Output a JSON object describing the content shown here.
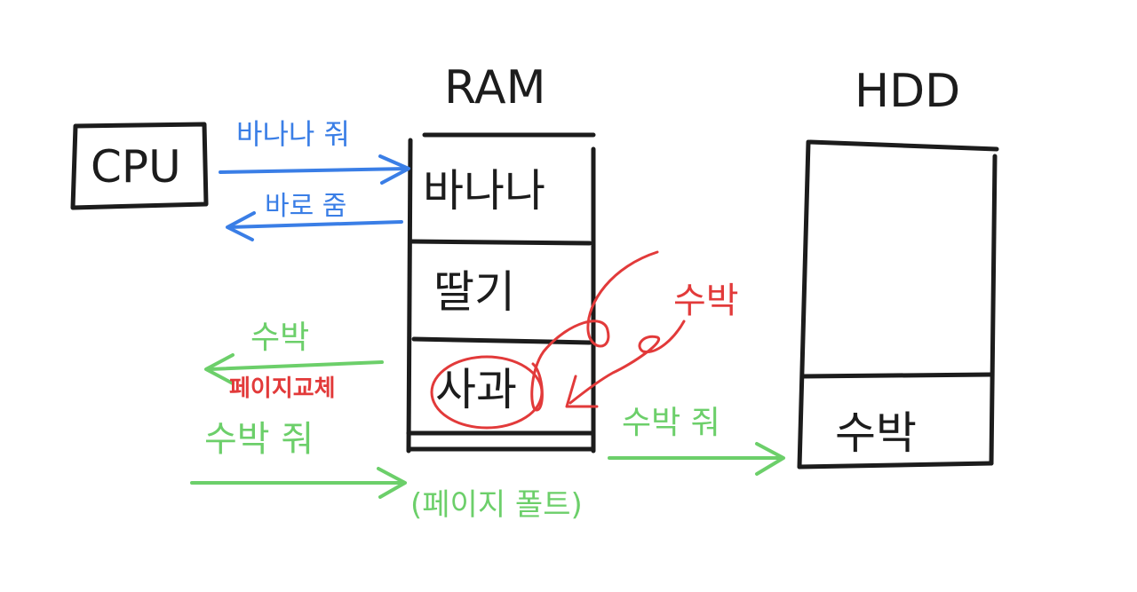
{
  "labels": {
    "ram": "RAM",
    "hdd": "HDD",
    "cpu": "CPU"
  },
  "ram_slots": [
    "바나나",
    "딸기",
    "사과"
  ],
  "hdd_slot": "수박",
  "arrows": {
    "cpu_request": "바나나 줘",
    "ram_response": "바로 줌",
    "hdd_to_ram": "수박",
    "ram_to_cpu_item": "수박",
    "page_replacement": "페이지교체",
    "cpu_request_2": "수박 줘",
    "page_fault": "(페이지 폴트)",
    "ram_to_hdd_request": "수박 줘"
  }
}
